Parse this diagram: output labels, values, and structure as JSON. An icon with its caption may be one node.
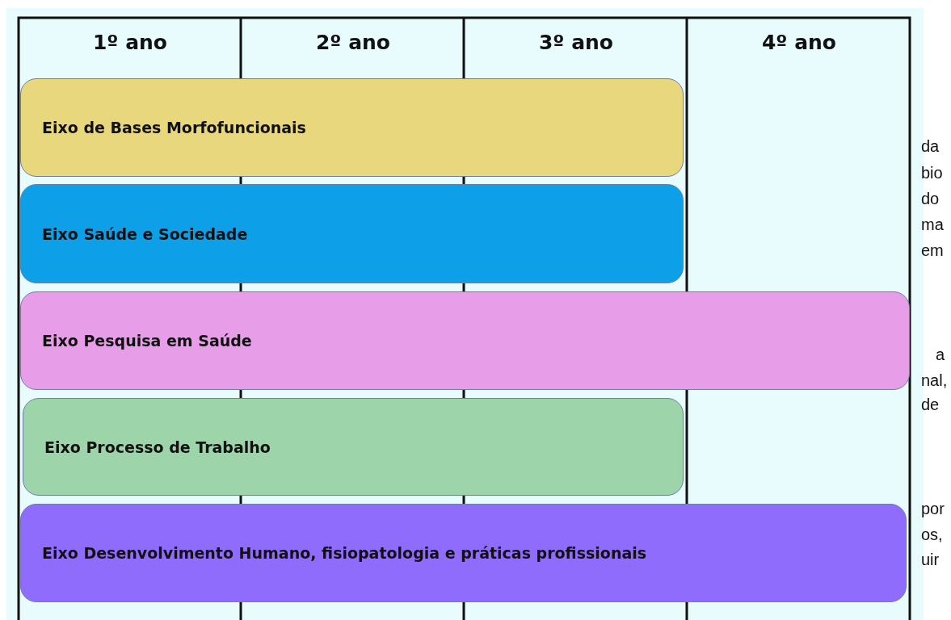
{
  "diagram": {
    "nodes": [
      {
        "text": [
          "Eixo de Bases Morfofuncionais"
        ]
      },
      {
        "text": [
          "Eixo Saúde e Sociedade"
        ]
      },
      {
        "text": [
          "Eixo Pesquisa em Saúde"
        ]
      },
      {
        "text": [
          "Eixo Processo de Trabalho"
        ]
      },
      {
        "text": [
          "Eixo Desenvolvimento Humano, fisiopatologia e práticas profissionais"
        ]
      }
    ],
    "labels": [
      "1º ano",
      "2º ano",
      "3º ano",
      "4º ano",
      "da",
      "bio",
      "do",
      "ma",
      "em",
      "a",
      "nal,",
      "de",
      "por",
      "os,",
      "uir"
    ]
  }
}
